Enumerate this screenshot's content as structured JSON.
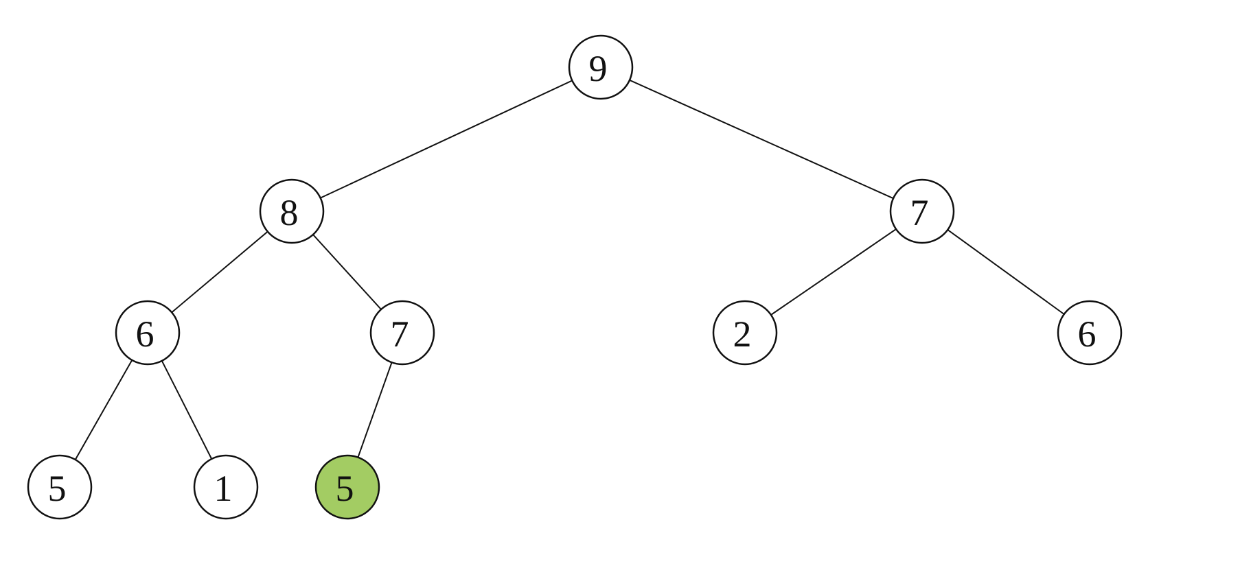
{
  "colors": {
    "node_fill": "#ffffff",
    "highlight_fill": "#a3cc63",
    "stroke": "#111111"
  },
  "tree": {
    "nodes": [
      {
        "id": "n0",
        "value": "9",
        "highlighted": false
      },
      {
        "id": "n1",
        "value": "8",
        "highlighted": false
      },
      {
        "id": "n2",
        "value": "7",
        "highlighted": false
      },
      {
        "id": "n3",
        "value": "6",
        "highlighted": false
      },
      {
        "id": "n4",
        "value": "7",
        "highlighted": false
      },
      {
        "id": "n5",
        "value": "2",
        "highlighted": false
      },
      {
        "id": "n6",
        "value": "6",
        "highlighted": false
      },
      {
        "id": "n7",
        "value": "5",
        "highlighted": false
      },
      {
        "id": "n8",
        "value": "1",
        "highlighted": false
      },
      {
        "id": "n9",
        "value": "5",
        "highlighted": true
      }
    ],
    "edges": [
      {
        "from": "n0",
        "to": "n1"
      },
      {
        "from": "n0",
        "to": "n2"
      },
      {
        "from": "n1",
        "to": "n3"
      },
      {
        "from": "n1",
        "to": "n4"
      },
      {
        "from": "n2",
        "to": "n5"
      },
      {
        "from": "n2",
        "to": "n6"
      },
      {
        "from": "n3",
        "to": "n7"
      },
      {
        "from": "n3",
        "to": "n8"
      },
      {
        "from": "n4",
        "to": "n9"
      }
    ]
  }
}
